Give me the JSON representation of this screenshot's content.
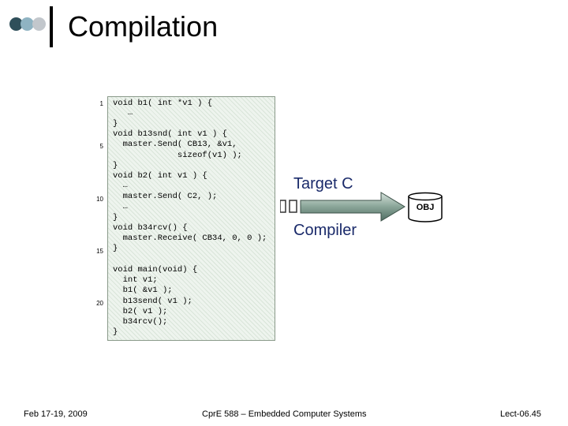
{
  "slide": {
    "title": "Compilation",
    "target_label": "Target C",
    "compiler_label": "Compiler",
    "obj_label": "OBJ"
  },
  "line_numbers": [
    "1",
    "5",
    "10",
    "15",
    "20"
  ],
  "code": [
    "void b1( int *v1 ) {",
    "   …",
    "}",
    "void b13snd( int v1 ) {",
    "  master.Send( CB13, &v1,",
    "             sizeof(v1) );",
    "}",
    "void b2( int v1 ) {",
    "  …",
    "  master.Send( C2, );",
    "  …",
    "}",
    "void b34rcv() {",
    "  master.Receive( CB34, 0, 0 );",
    "}",
    "void main(void) {",
    "  int v1;",
    "  b1( &v1 );",
    "  b13send( v1 );",
    "  b2( v1 );",
    "  b34rcv();",
    "}"
  ],
  "footer": {
    "date": "Feb 17-19, 2009",
    "course": "CprE 588 – Embedded Computer Systems",
    "lecture": "Lect-06.45"
  },
  "colors": {
    "label_text": "#1a2a6a",
    "arrow_fill": "#6b8a80"
  }
}
